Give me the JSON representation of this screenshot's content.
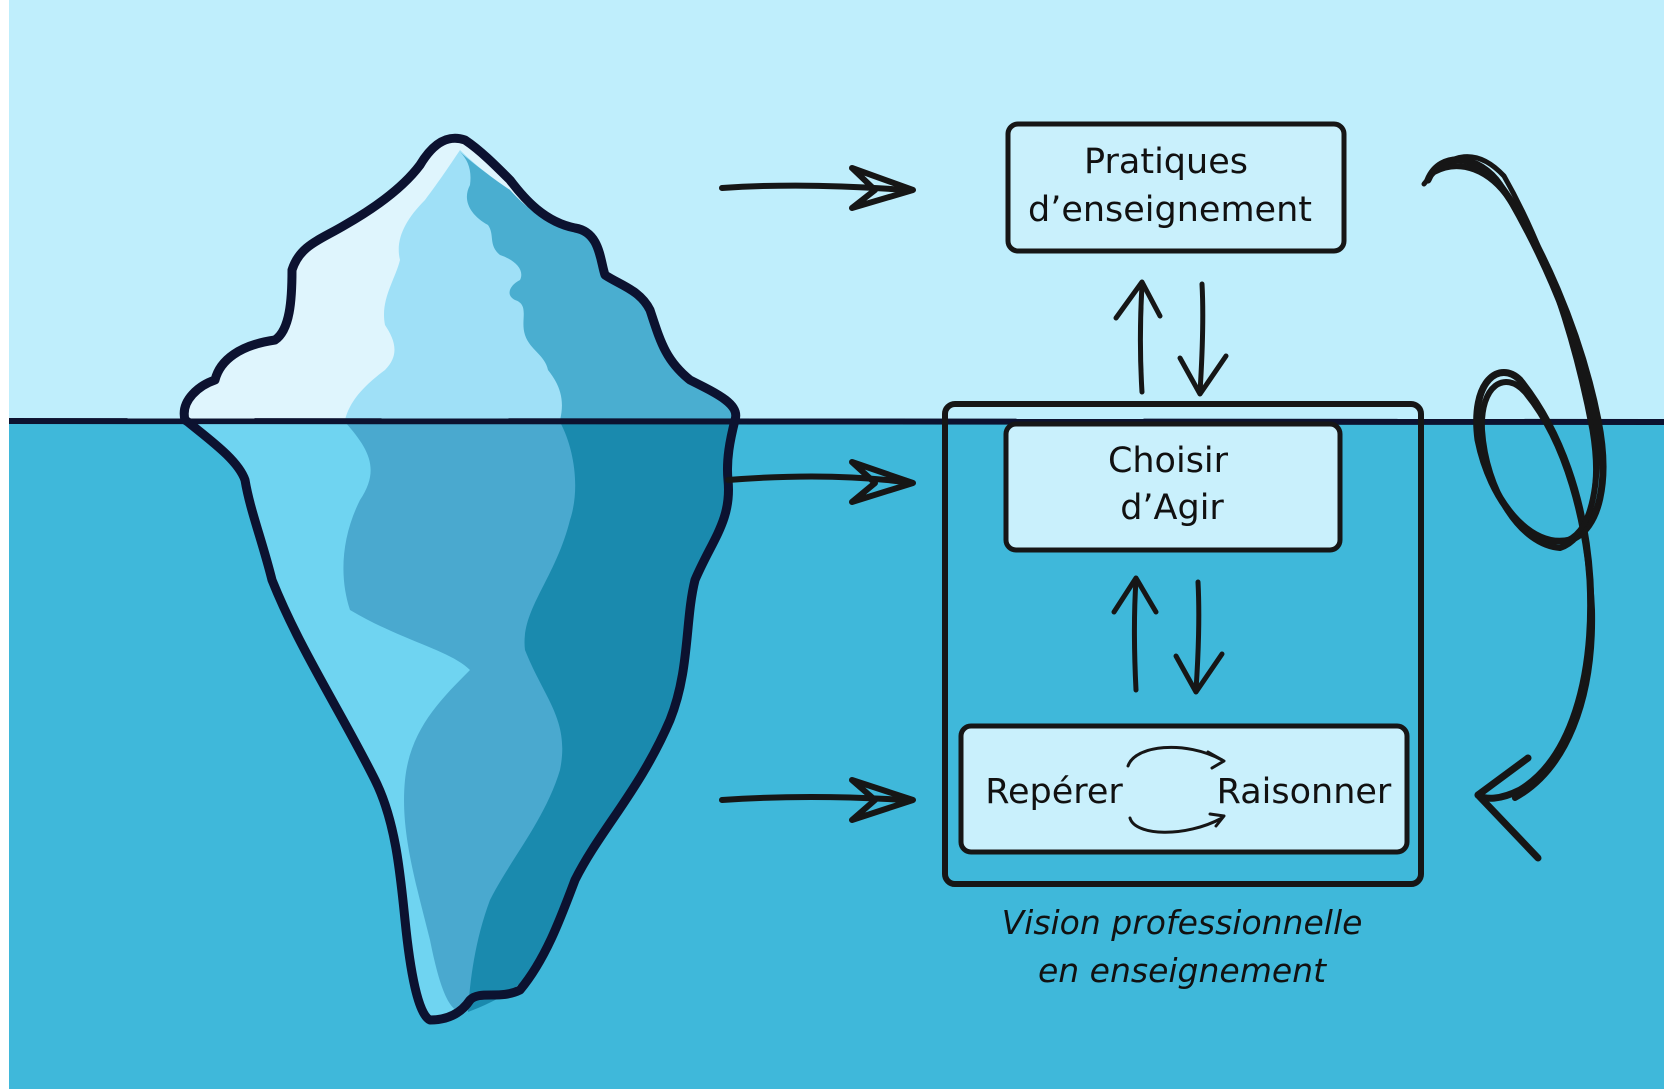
{
  "diagram": {
    "boxes": {
      "pratiques": {
        "line1": "Pratiques",
        "line2": "d’enseignement"
      },
      "choisir": {
        "line1": "Choisir",
        "line2": "d’Agir"
      },
      "reperer": {
        "label": "Repérer"
      },
      "raisonner": {
        "label": "Raisonner"
      }
    },
    "caption": {
      "line1": "Vision professionnelle",
      "line2": "en enseignement"
    }
  },
  "colors": {
    "sky": "#bfeefc",
    "water": "#3fb8da",
    "box_fill": "#c9f0fc",
    "outline": "#161616",
    "iceberg_outline": "#0c1230",
    "ice_light": "#dff5fd",
    "ice_mid": "#9fe0f7",
    "ice_shadow": "#4aaed0",
    "ice_under_light": "#6fd4f1",
    "ice_under_mid": "#4aa9cf",
    "ice_under_dark": "#1a8aae"
  }
}
